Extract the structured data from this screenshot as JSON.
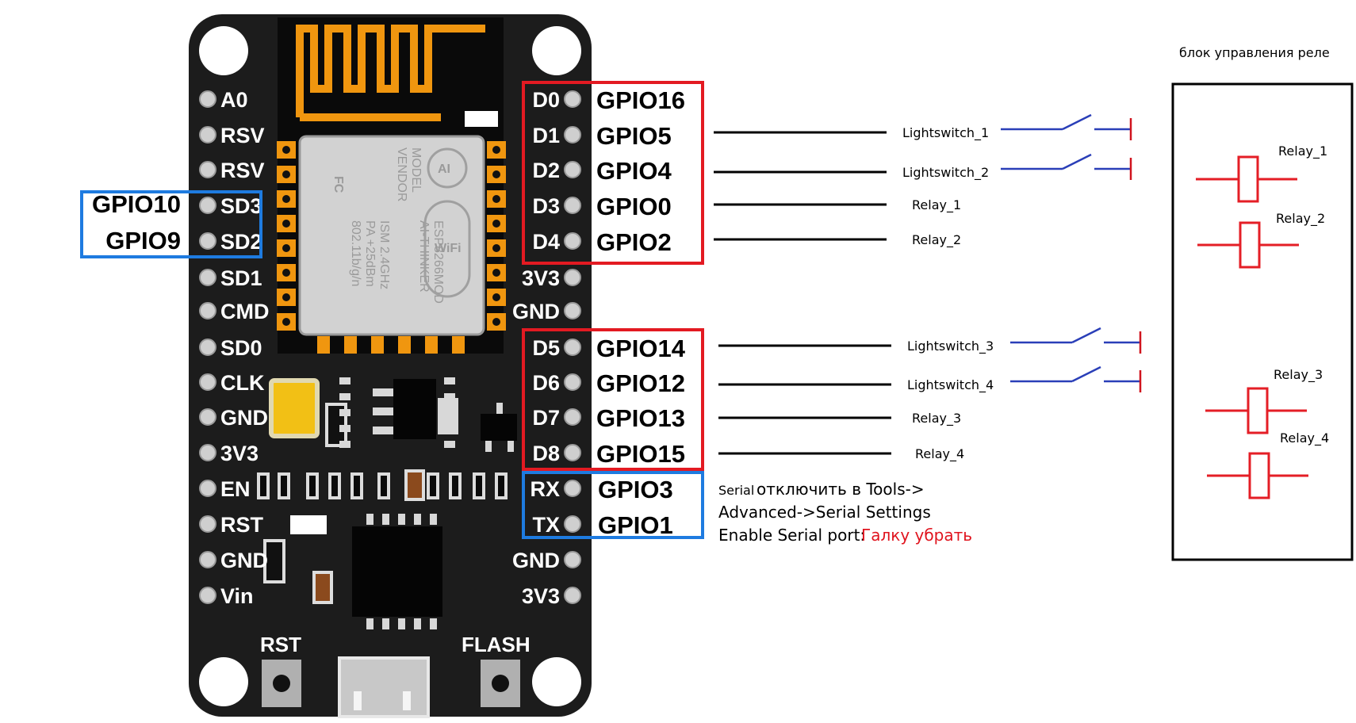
{
  "board": {
    "left_pins": [
      "A0",
      "RSV",
      "RSV",
      "SD3",
      "SD2",
      "SD1",
      "CMD",
      "SD0",
      "CLK",
      "GND",
      "3V3",
      "EN",
      "RST",
      "GND",
      "Vin"
    ],
    "right_pins": [
      "D0",
      "D1",
      "D2",
      "D3",
      "D4",
      "3V3",
      "GND",
      "D5",
      "D6",
      "D7",
      "D8",
      "RX",
      "TX",
      "GND",
      "3V3"
    ],
    "button_rst": "RST",
    "button_flash": "FLASH",
    "module_text": {
      "fc": "FC",
      "line1": "MODEL",
      "line2": "VENDOR",
      "line3": "ESP8266MOD",
      "line4": "AI-THINKER",
      "line5": "ISM 2.4GHz",
      "line6": "PA +25dBm",
      "line7": "802.11b/g/n",
      "logo1": "AI",
      "logo2": "WiFi"
    }
  },
  "gpio_left": [
    "GPIO10",
    "GPIO9"
  ],
  "gpio_right_top": [
    "GPIO16",
    "GPIO5",
    "GPIO4",
    "GPIO0",
    "GPIO2"
  ],
  "gpio_right_mid": [
    "GPIO14",
    "GPIO12",
    "GPIO13",
    "GPIO15"
  ],
  "gpio_right_serial": [
    "GPIO3",
    "GPIO1"
  ],
  "wires": [
    "Lightswitch_1",
    "Lightswitch_2",
    "Relay_1",
    "Relay_2",
    "Lightswitch_3",
    "Lightswitch_4",
    "Relay_3",
    "Relay_4"
  ],
  "serial_note": {
    "prefix": "Serial",
    "line1": "отключить в Tools->",
    "line2": "Advanced->Serial Settings",
    "line3": "Enable Serial port:",
    "red": "Галку убрать"
  },
  "relay_block": {
    "title": "блок управления реле",
    "relays": [
      "Relay_1",
      "Relay_2",
      "Relay_3",
      "Relay_4"
    ]
  },
  "colors": {
    "board": "#1c1c1c",
    "red_box": "#e31a22",
    "blue_box": "#1e7be0",
    "switch_blue": "#2a3fb8",
    "relay_red": "#e41e26",
    "antenna": "#f0960f"
  }
}
